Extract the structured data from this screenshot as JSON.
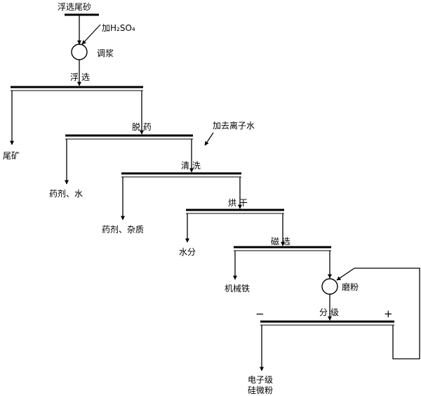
{
  "feed": "浮选尾砂",
  "reagent": "加H₂SO₄",
  "slurry_step": "调浆",
  "flotation": {
    "name": "浮 选",
    "output": "尾矿"
  },
  "deoiling": {
    "name": "脱 药",
    "water": "加去离子水",
    "output": "药剂、水"
  },
  "washing": {
    "name": "清 洗",
    "output": "药剂、杂质"
  },
  "drying": {
    "name": "烘 干",
    "output": "水分"
  },
  "magnetic": {
    "name": "磁 选",
    "output": "机械铁"
  },
  "grinding": {
    "name": "磨粉"
  },
  "classification": {
    "name": "分 级",
    "minus": "−",
    "plus": "+"
  },
  "product": {
    "line1": "电子级",
    "line2": "硅微粉"
  }
}
